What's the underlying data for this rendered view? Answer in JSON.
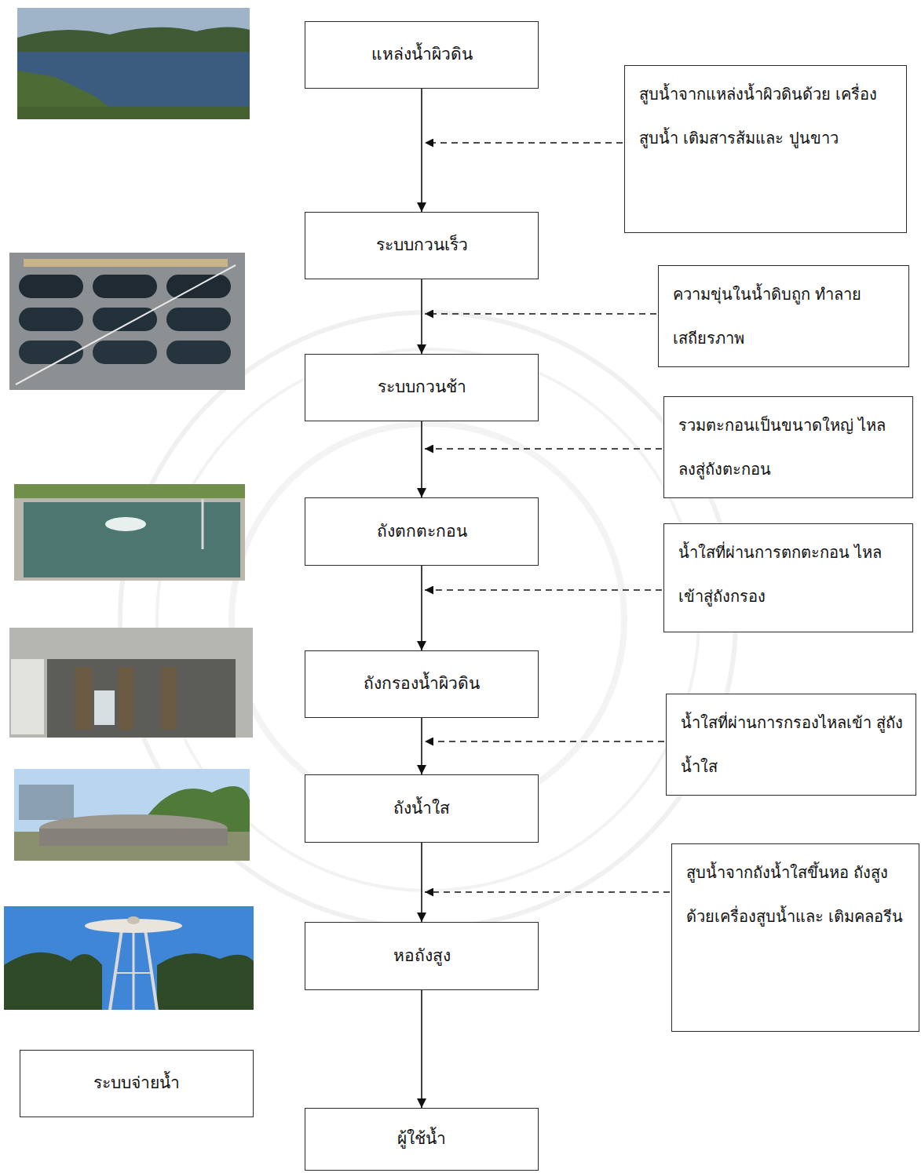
{
  "diagram": {
    "nodes": [
      {
        "text": [
          "แหล่งน้ำผิวดิน"
        ]
      },
      {
        "text": [
          "สูบน้ำจากแหล่งน้ำผิวดินด้วย เครื่องสูบน้ำ เติมสารส้มและ ปูนขาว"
        ]
      },
      {
        "text": [
          "ระบบกวนเร็ว"
        ]
      },
      {
        "text": [
          "ความขุ่นในน้ำดิบถูก ทำลายเสถียรภาพ"
        ]
      },
      {
        "text": [
          "ระบบกวนช้า"
        ]
      },
      {
        "text": [
          "รวมตะกอนเป็นขนาดใหญ่ ไหลลงสู่ถังตะกอน"
        ]
      },
      {
        "text": [
          "ถังตกตะกอน"
        ]
      },
      {
        "text": [
          "น้ำใสที่ผ่านการตกตะกอน ไหลเข้าสู่ถังกรอง"
        ]
      },
      {
        "text": [
          "ถังกรองน้ำผิวดิน"
        ]
      },
      {
        "text": [
          "น้ำใสที่ผ่านการกรองไหลเข้า สู่ถังน้ำใส"
        ]
      },
      {
        "text": [
          "ถังน้ำใส"
        ]
      },
      {
        "text": [
          "สูบน้ำจากถังน้ำใสขึ้นหอ ถังสูงด้วยเครื่องสูบน้ำและ เติมคลอรีน"
        ]
      },
      {
        "text": [
          "หอถังสูง"
        ]
      },
      {
        "text": [
          "ระบบจ่ายน้ำ"
        ]
      },
      {
        "text": [
          "ผู้ใช้น้ำ"
        ]
      }
    ],
    "edges": [
      {
        "from": 0,
        "to": 2,
        "arrow": "to"
      },
      {
        "from": 2,
        "to": 4,
        "arrow": "to"
      },
      {
        "from": 4,
        "to": 6,
        "arrow": "to"
      },
      {
        "from": 6,
        "to": 8,
        "arrow": "to"
      },
      {
        "from": 8,
        "to": 10,
        "arrow": "to"
      },
      {
        "from": 10,
        "to": 12,
        "arrow": "to"
      },
      {
        "from": 12,
        "to": 14,
        "arrow": "to"
      }
    ]
  }
}
